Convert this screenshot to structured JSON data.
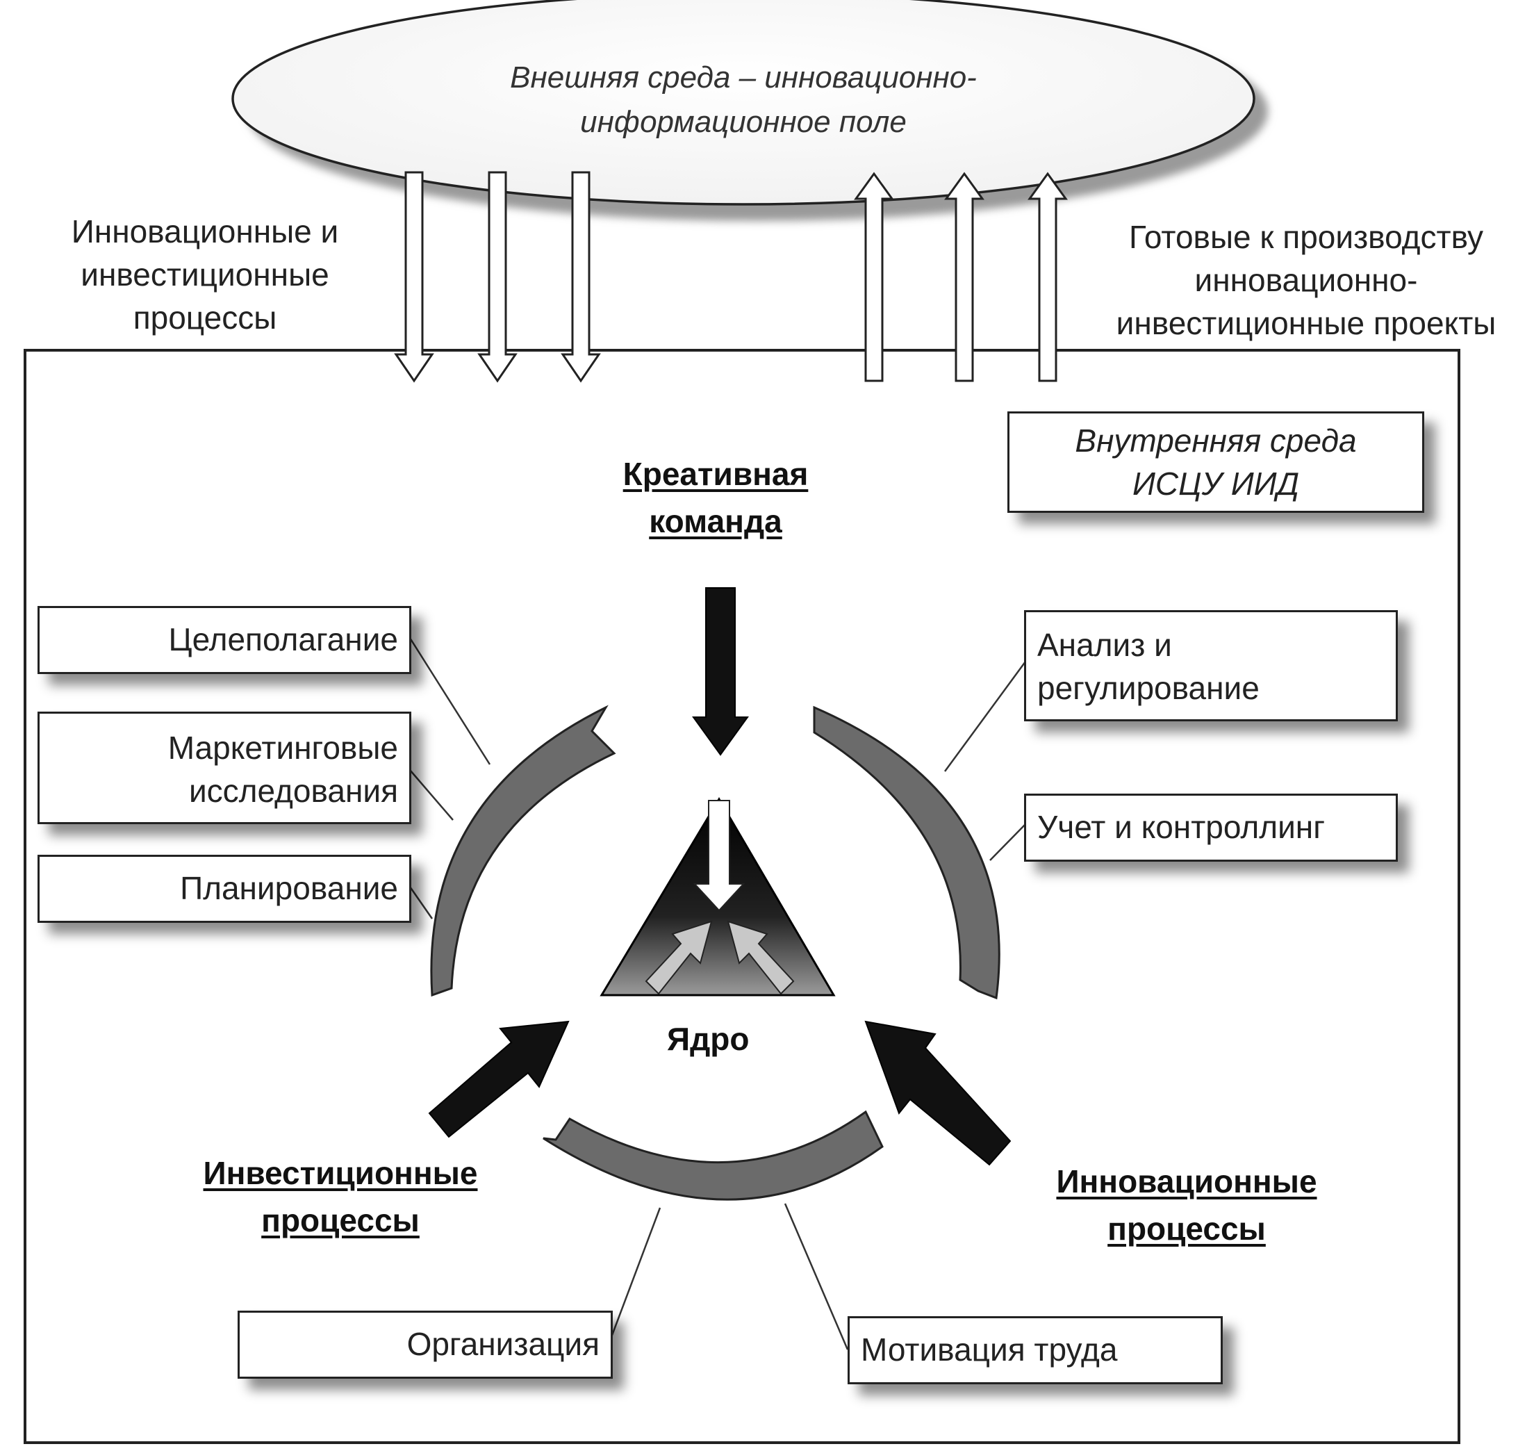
{
  "external": {
    "ellipse_line1": "Внешняя среда – инновационно-",
    "ellipse_line2": "информационное поле"
  },
  "left_label": {
    "line1": "Инновационные и",
    "line2": "инвестиционные",
    "line3": "процессы"
  },
  "right_label": {
    "line1": "Готовые к производству",
    "line2": "инновационно-",
    "line3": "инвестиционные проекты"
  },
  "internal_box": {
    "line1": "Внутренняя среда",
    "line2": "ИСЦУ ИИД"
  },
  "creative_team": {
    "line1": "Креативная",
    "line2": "команда"
  },
  "investment_processes": {
    "line1": "Инвестиционные",
    "line2": "процессы"
  },
  "innovation_processes": {
    "line1": "Инновационные",
    "line2": "процессы"
  },
  "core_label": "Ядро",
  "functions": {
    "goal_setting": "Целеполагание",
    "marketing_line1": "Маркетинговые",
    "marketing_line2": "исследования",
    "planning": "Планирование",
    "analysis_line1": "Анализ и",
    "analysis_line2": "регулирование",
    "accounting": "Учет и контроллинг",
    "organization": "Организация",
    "motivation": "Мотивация труда"
  },
  "colors": {
    "arc_fill": "#6b6b6b",
    "dark_arrow": "#111111",
    "outline": "#222222",
    "shadow": "#777777"
  }
}
